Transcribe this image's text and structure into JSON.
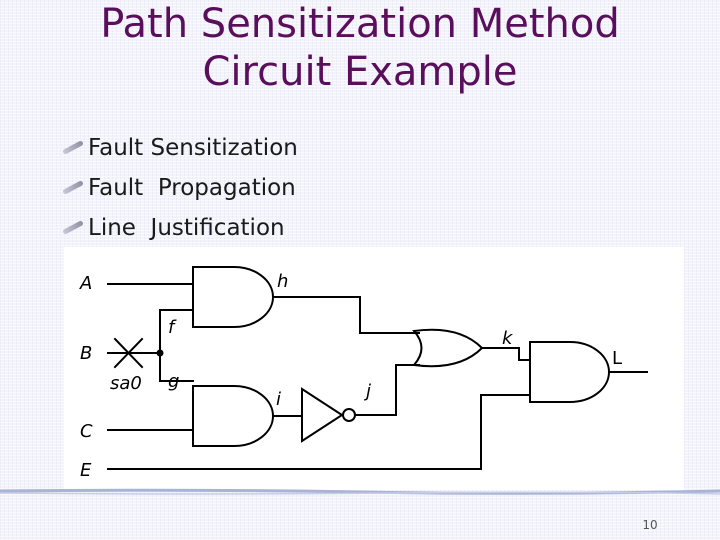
{
  "title": {
    "line1": "Path Sensitization  Method",
    "line2": "Circuit Example"
  },
  "bullets": [
    {
      "text": "Fault Sensitization"
    },
    {
      "text": "Fault  Propagation"
    },
    {
      "text": "Line  Justification"
    }
  ],
  "circuit": {
    "inputs": {
      "a": "A",
      "b": "B",
      "c": "C",
      "e": "E"
    },
    "fault": "sa0",
    "signals": {
      "f": "f",
      "g": "g",
      "h": "h",
      "i": "i",
      "j": "j",
      "k": "k",
      "l": "L"
    }
  },
  "page_number": "10",
  "colors": {
    "title": "#5a0f5c",
    "background": "#f3f3fb",
    "accent_rule": "#a9b3d6"
  }
}
